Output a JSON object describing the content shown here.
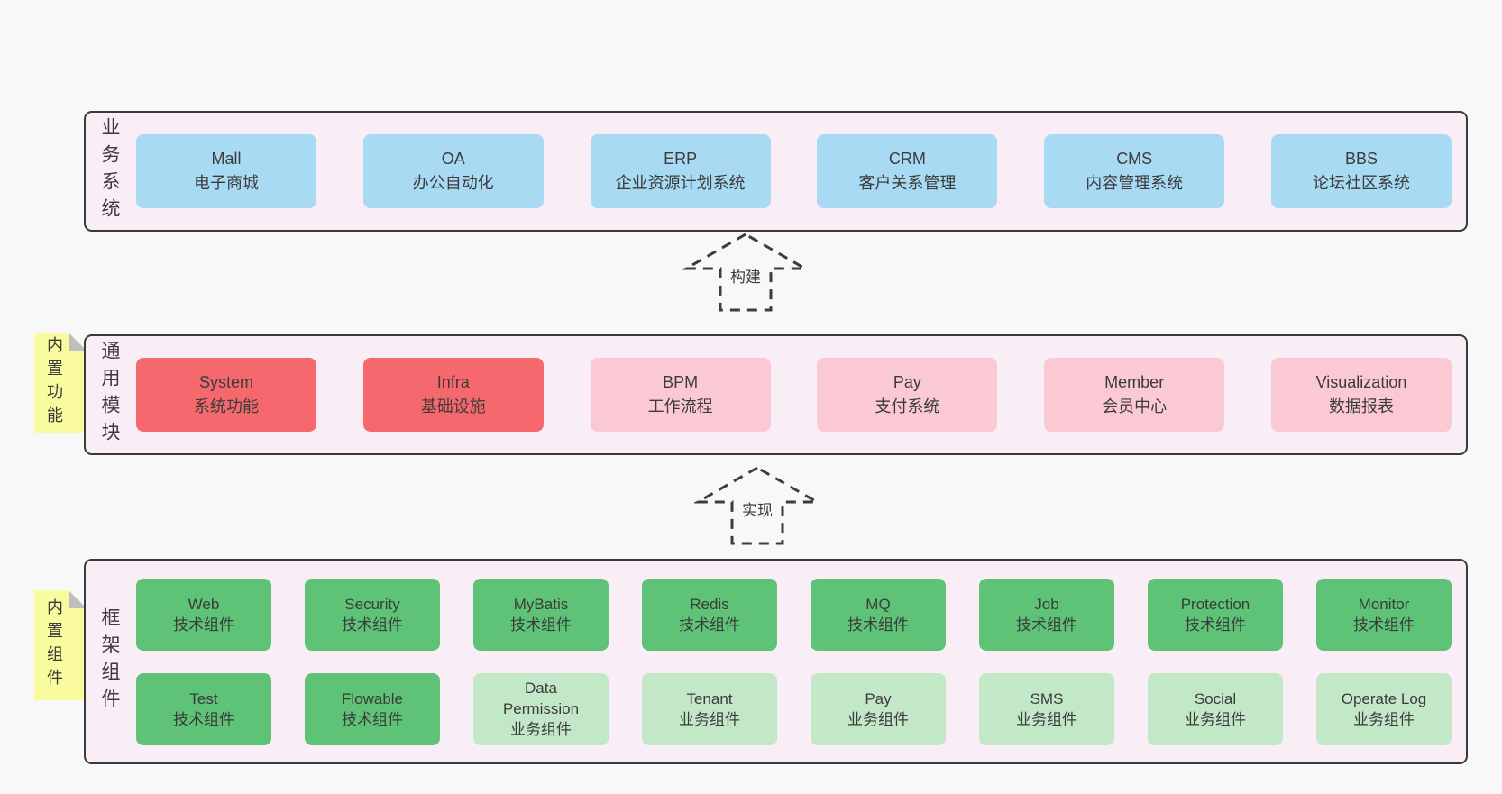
{
  "colors": {
    "page_bg": "#f8f8f8",
    "band_bg": "#f9edf6",
    "border": "#3a3a3a",
    "text": "#3b3b3b",
    "blue": "#a9daf3",
    "red": "#f5696e",
    "pink": "#fbc9d3",
    "green": "#5ec377",
    "light_green": "#c3e8c8",
    "sticky": "#fafa9e",
    "fold": "#bfbfbf"
  },
  "arrows": [
    {
      "label": "构建"
    },
    {
      "label": "实现"
    }
  ],
  "bands": [
    {
      "label": "业务系统",
      "boxes": [
        {
          "name": "Mall",
          "desc": "电子商城"
        },
        {
          "name": "OA",
          "desc": "办公自动化"
        },
        {
          "name": "ERP",
          "desc": "企业资源计划系统"
        },
        {
          "name": "CRM",
          "desc": "客户关系管理"
        },
        {
          "name": "CMS",
          "desc": "内容管理系统"
        },
        {
          "name": "BBS",
          "desc": "论坛社区系统"
        }
      ]
    },
    {
      "label": "通用模块",
      "sticky": "内置功能",
      "boxes": [
        {
          "name": "System",
          "desc": "系统功能"
        },
        {
          "name": "Infra",
          "desc": "基础设施"
        },
        {
          "name": "BPM",
          "desc": "工作流程"
        },
        {
          "name": "Pay",
          "desc": "支付系统"
        },
        {
          "name": "Member",
          "desc": "会员中心"
        },
        {
          "name": "Visualization",
          "desc": "数据报表"
        }
      ]
    },
    {
      "label": "框架组件",
      "sticky": "内置组件",
      "row1": [
        {
          "name": "Web",
          "desc": "技术组件"
        },
        {
          "name": "Security",
          "desc": "技术组件"
        },
        {
          "name": "MyBatis",
          "desc": "技术组件"
        },
        {
          "name": "Redis",
          "desc": "技术组件"
        },
        {
          "name": "MQ",
          "desc": "技术组件"
        },
        {
          "name": "Job",
          "desc": "技术组件"
        },
        {
          "name": "Protection",
          "desc": "技术组件"
        },
        {
          "name": "Monitor",
          "desc": "技术组件"
        }
      ],
      "row2": [
        {
          "name": "Test",
          "desc": "技术组件"
        },
        {
          "name": "Flowable",
          "desc": "技术组件"
        },
        {
          "name": "Data Permission",
          "desc": "业务组件"
        },
        {
          "name": "Tenant",
          "desc": "业务组件"
        },
        {
          "name": "Pay",
          "desc": "业务组件"
        },
        {
          "name": "SMS",
          "desc": "业务组件"
        },
        {
          "name": "Social",
          "desc": "业务组件"
        },
        {
          "name": "Operate Log",
          "desc": "业务组件"
        }
      ]
    }
  ]
}
